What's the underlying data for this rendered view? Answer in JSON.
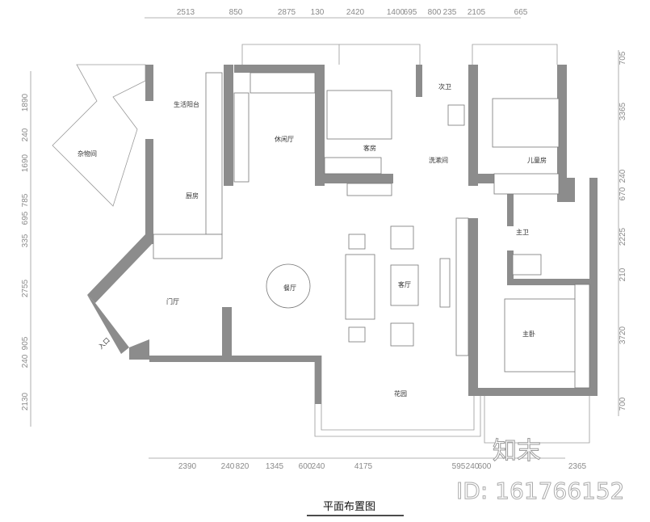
{
  "title": "平面布置图",
  "rooms": {
    "balcony": "生活阳台",
    "storage": "杂物间",
    "kitchen": "厨房",
    "lounge": "休闲厅",
    "guest_room": "客房",
    "second_bath": "次卫",
    "washroom": "洗漱间",
    "kids_room": "儿童房",
    "master_bath": "主卫",
    "dining": "餐厅",
    "living": "客厅",
    "foyer": "门厅",
    "master_bedroom": "主卧",
    "garden": "花园",
    "entrance": "入口"
  },
  "dimensions": {
    "top": [
      "2513",
      "850",
      "2875",
      "130",
      "2420",
      "1400",
      "695",
      "800",
      "235",
      "2105",
      "665"
    ],
    "bottom": [
      "2390",
      "240",
      "820",
      "1345",
      "600",
      "240",
      "4175",
      "595",
      "240",
      "600",
      "2365"
    ],
    "left": [
      "1890",
      "240",
      "1690",
      "785",
      "695",
      "335",
      "2755",
      "905",
      "240",
      "2130"
    ],
    "right": [
      "705",
      "3365",
      "240",
      "670",
      "2225",
      "210",
      "3720",
      "700"
    ]
  },
  "watermark": {
    "logo": "知末",
    "id": "ID: 161766152"
  },
  "colors": {
    "wall": "#8c8c8c",
    "line": "#9a9a9a"
  }
}
